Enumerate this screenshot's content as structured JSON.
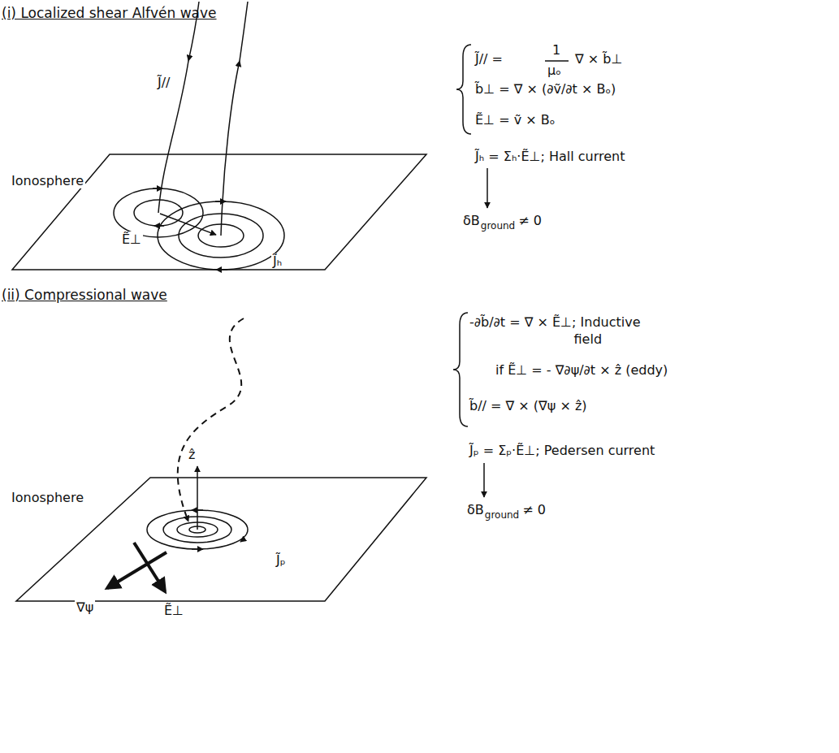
{
  "diagram": {
    "labels": [
      "(i) Localized shear Alfvén wave",
      "J̃//",
      "Ionosphere",
      "Ẽ⊥",
      "J̃ₕ",
      "J̃// =",
      "1",
      "μₒ",
      "∇ × b̃⊥",
      "b̃⊥ = ∇ × (∂ṽ/∂t × Bₒ)",
      "Ẽ⊥ = ṽ × Bₒ",
      "J̃ₕ = Σₕ·Ẽ⊥; Hall current",
      "δB",
      "ground",
      "≠ 0",
      "(ii) Compressional wave",
      "Ionosphere",
      "ẑ",
      "∇ψ",
      "Ẽ⊥",
      "J̃ₚ",
      "-∂b̃/∂t = ∇ × Ẽ⊥; Inductive",
      "field",
      "if Ẽ⊥ = - ∇∂ψ/∂t × ẑ (eddy)",
      "b̃// = ∇ × (∇ψ × ẑ)",
      "J̃ₚ = Σₚ·Ẽ⊥; Pedersen current",
      "δB",
      "ground",
      "≠ 0"
    ]
  }
}
